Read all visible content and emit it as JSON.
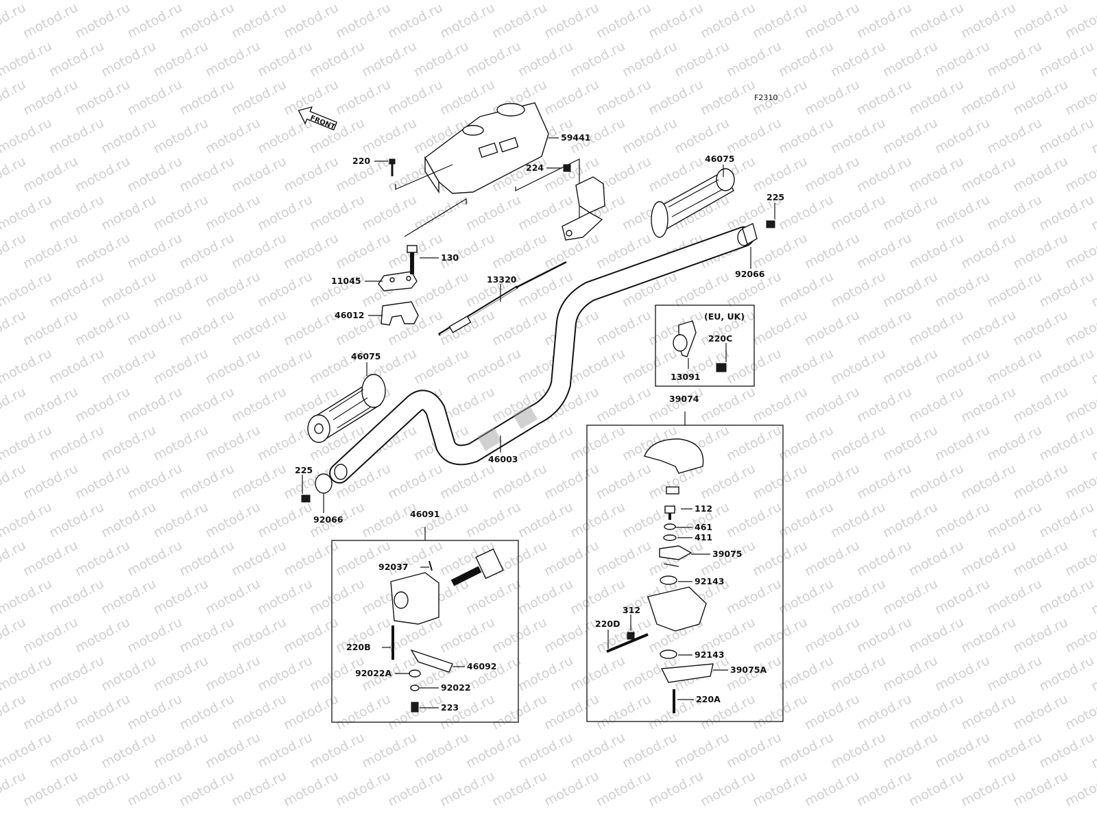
{
  "diagram_code": "F2310",
  "front_label": "FRONT",
  "watermark": "motod.ru",
  "region_note": "(EU, UK)",
  "parts": [
    {
      "id": "p59441",
      "label": "59441"
    },
    {
      "id": "p220",
      "label": "220"
    },
    {
      "id": "p224",
      "label": "224"
    },
    {
      "id": "p130",
      "label": "130"
    },
    {
      "id": "p11045",
      "label": "11045"
    },
    {
      "id": "p46012",
      "label": "46012"
    },
    {
      "id": "p13320",
      "label": "13320"
    },
    {
      "id": "p46075_r",
      "label": "46075"
    },
    {
      "id": "p225_r",
      "label": "225"
    },
    {
      "id": "p92066_r",
      "label": "92066"
    },
    {
      "id": "p46075_l",
      "label": "46075"
    },
    {
      "id": "p46003",
      "label": "46003"
    },
    {
      "id": "p225_l",
      "label": "225"
    },
    {
      "id": "p92066_l",
      "label": "92066"
    },
    {
      "id": "p220C",
      "label": "220C"
    },
    {
      "id": "p13091",
      "label": "13091"
    },
    {
      "id": "p39074",
      "label": "39074"
    },
    {
      "id": "p112",
      "label": "112"
    },
    {
      "id": "p461",
      "label": "461"
    },
    {
      "id": "p411",
      "label": "411"
    },
    {
      "id": "p39075",
      "label": "39075"
    },
    {
      "id": "p92143_a",
      "label": "92143"
    },
    {
      "id": "p312",
      "label": "312"
    },
    {
      "id": "p220D",
      "label": "220D"
    },
    {
      "id": "p92143_b",
      "label": "92143"
    },
    {
      "id": "p39075A",
      "label": "39075A"
    },
    {
      "id": "p220A",
      "label": "220A"
    },
    {
      "id": "p46091",
      "label": "46091"
    },
    {
      "id": "p92037",
      "label": "92037"
    },
    {
      "id": "p220B",
      "label": "220B"
    },
    {
      "id": "p46092",
      "label": "46092"
    },
    {
      "id": "p92022A",
      "label": "92022A"
    },
    {
      "id": "p92022",
      "label": "92022"
    },
    {
      "id": "p223",
      "label": "223"
    }
  ]
}
